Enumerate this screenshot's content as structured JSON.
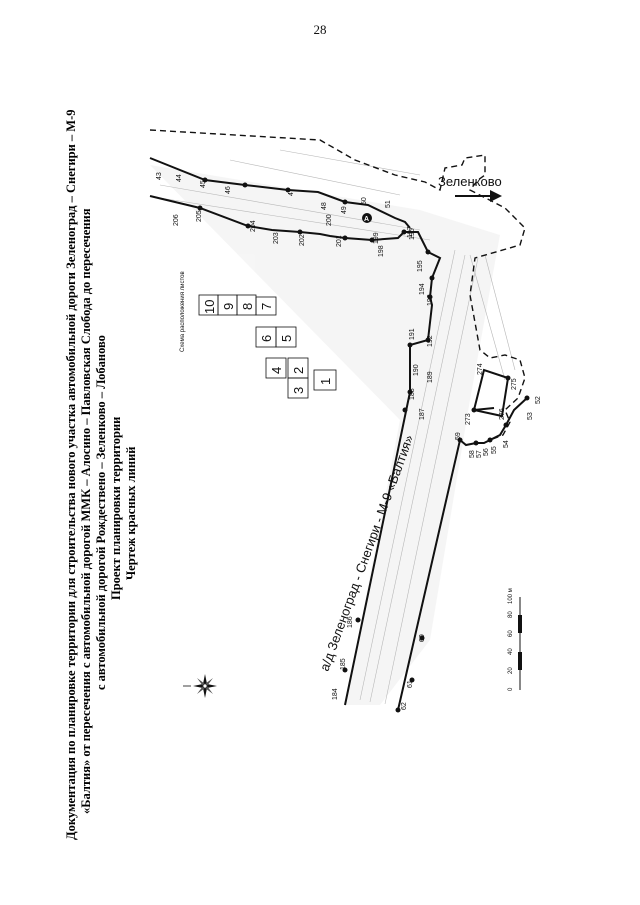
{
  "page": {
    "number": "28"
  },
  "title_lines": [
    "Документация по планировке территории для строительства нового участка автомобильной дороги Зеленоград – Снегири – М-9",
    "«Балтия» от пересечения с автомобильной дорогой ММК – Алосино – Павловская Слобода до пересечения",
    "с автомобильной дорогой Рождествено – Зеленково – Лобаново",
    "Проект планировки территории",
    "Чертеж красных линий"
  ],
  "map": {
    "road_label": "а/д Зеленоград - Снегири - М-9 «Балтия»",
    "direction_label": "Зеленково",
    "sheet_scheme_label": "Схема расположения листов",
    "upper_edge_points": [
      "184",
      "185",
      "186",
      "187",
      "188",
      "189",
      "190",
      "191",
      "192",
      "193",
      "194",
      "195",
      "196",
      "197",
      "198",
      "199",
      "200",
      "201",
      "202",
      "203",
      "204",
      "205",
      "206"
    ],
    "lower_edge_points": [
      "62",
      "61",
      "60",
      "59",
      "58",
      "57",
      "56",
      "55",
      "54",
      "53",
      "52",
      "273",
      "274",
      "275",
      "276"
    ],
    "top_points": [
      "43",
      "44",
      "45",
      "46",
      "47",
      "48",
      "49",
      "50",
      "51"
    ],
    "sheet_cells": [
      "10",
      "9",
      "8",
      "7",
      "6",
      "5",
      "4",
      "3",
      "2",
      "1"
    ],
    "scale": {
      "ticks": [
        "0",
        "20",
        "40",
        "60",
        "80",
        "100 м"
      ]
    },
    "north_arrow_icon": "compass-rose-icon",
    "marker_icon": "survey-point-icon"
  },
  "colors": {
    "ink": "#111111",
    "paper": "#ffffff",
    "grey_hatch": "#9a9a9a"
  }
}
